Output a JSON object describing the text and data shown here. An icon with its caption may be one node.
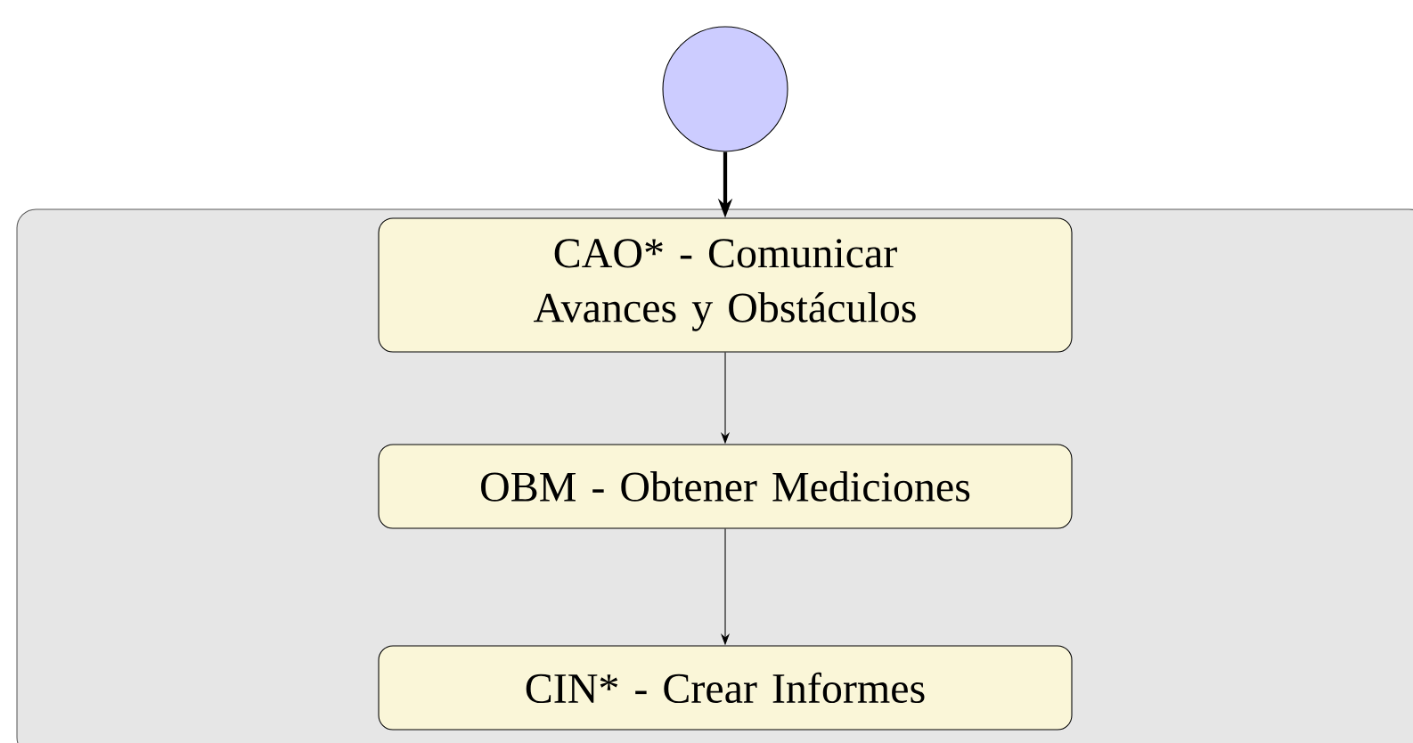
{
  "diagram": {
    "nodes": [
      {
        "text": [],
        "shape": "circle"
      },
      {
        "text": [],
        "shape": "box"
      },
      {
        "text": [
          "CAO* - Comunicar Avances y Obstáculos"
        ],
        "in": 1
      },
      {
        "text": [
          "OBM - Obtener Mediciones"
        ],
        "in": 1
      },
      {
        "text": [
          "CIN* - Crear Informes"
        ],
        "in": 1
      }
    ],
    "edges": [
      {
        "from": 0,
        "to": 2,
        "arrow": "to",
        "style": "thick"
      },
      {
        "from": 2,
        "to": 3,
        "arrow": "to"
      },
      {
        "from": 3,
        "to": 4,
        "arrow": "to"
      }
    ]
  }
}
